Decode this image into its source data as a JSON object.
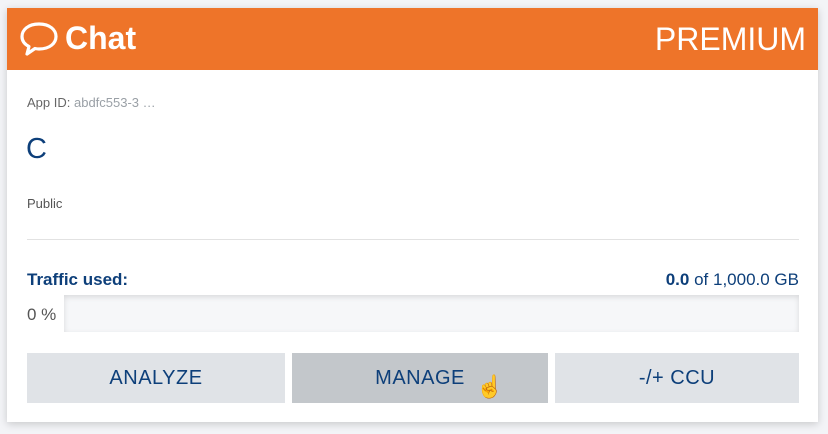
{
  "header": {
    "title": "Chat",
    "plan": "PREMIUM",
    "icon": "chat-bubble-icon",
    "color": "#ee7429"
  },
  "app": {
    "id_label": "App ID:",
    "id_value": "abdfc553-3  …",
    "name": "C",
    "visibility": "Public"
  },
  "traffic": {
    "label": "Traffic used:",
    "used": "0.0",
    "of_text": " of 1,000.0 GB",
    "percent_label": "0 %",
    "percent": 0
  },
  "buttons": {
    "analyze": "ANALYZE",
    "manage": "MANAGE",
    "ccu": "-/+ CCU"
  }
}
